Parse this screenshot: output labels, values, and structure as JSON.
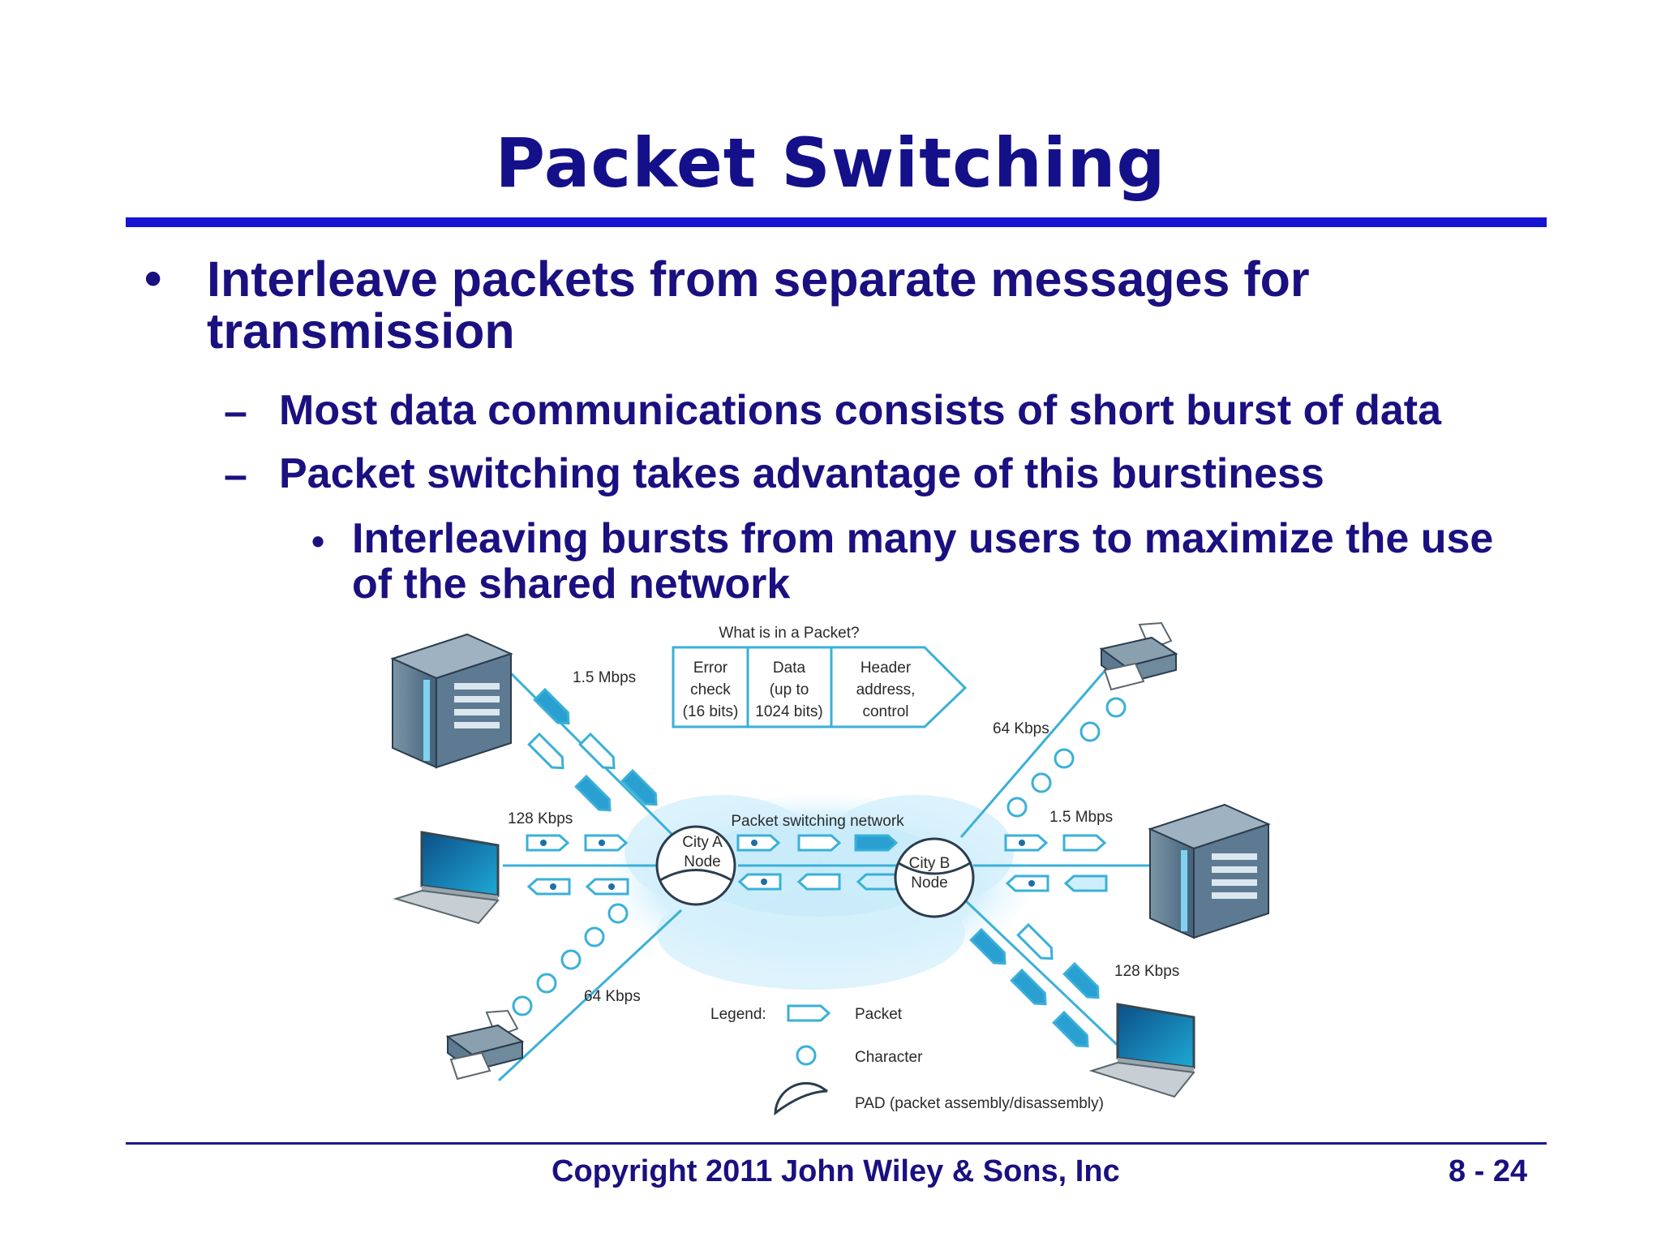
{
  "slide": {
    "title": "Packet Switching",
    "bullet1": "Interleave packets from separate messages for transmission",
    "dash1": "Most data communications consists of short burst of data",
    "dash2": "Packet switching takes advantage of this burstiness",
    "bullet3": "Interleaving bursts from many users to maximize the use of the shared  network",
    "bullet_glyph": "•",
    "dash_glyph": "–"
  },
  "diagram": {
    "packet_title": "What is in a Packet?",
    "error_line1": "Error",
    "error_line2": "check",
    "error_line3": "(16 bits)",
    "data_line1": "Data",
    "data_line2": "(up to",
    "data_line3": "1024 bits)",
    "header_line1": "Header",
    "header_line2": "address,",
    "header_line3": "control",
    "network_label": "Packet switching network",
    "city_a_line1": "City A",
    "city_a_line2": "Node",
    "city_b_line1": "City B",
    "city_b_line2": "Node",
    "rate_server_left": "1.5 Mbps",
    "rate_laptop_left": "128 Kbps",
    "rate_printer_left": "64 Kbps",
    "rate_printer_right": "64 Kbps",
    "rate_server_right": "1.5 Mbps",
    "rate_laptop_right": "128 Kbps",
    "legend_label": "Legend:",
    "legend_packet": "Packet",
    "legend_character": "Character",
    "legend_pad": "PAD (packet assembly/disassembly)"
  },
  "footer": {
    "copyright": "Copyright 2011 John Wiley & Sons, Inc",
    "page": "8 - 24"
  },
  "colors": {
    "title": "#14108a",
    "rule": "#1414d2",
    "line": "#3ab0d8",
    "cloud": "#cfeefb"
  }
}
